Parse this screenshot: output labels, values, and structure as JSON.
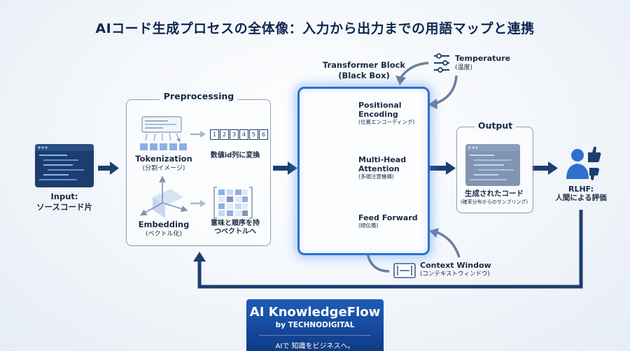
{
  "title": "AIコード生成プロセスの全体像：入力から出力までの用語マップと連携",
  "input": {
    "label": "Input:",
    "sublabel": "ソースコード片"
  },
  "preprocessing": {
    "title": "Preprocessing",
    "tokenization_label": "Tokenization",
    "tokenization_sub": "(分割イメージ)",
    "token_ids": [
      "1",
      "2",
      "3",
      "4",
      "5",
      "6"
    ],
    "token_caption": "数値id列に変換",
    "embedding_label": "Embedding",
    "embedding_sub": "(ベクトル化)",
    "vector_caption_1": "意味と順序を持",
    "vector_caption_2": "つベクトルへ"
  },
  "transformer": {
    "title_1": "Transformer Block",
    "title_2": "(Black Box)",
    "pe_label_1": "Positional",
    "pe_label_2": "Encoding",
    "pe_sub": "(位置エンコーディング)",
    "mha_label_1": "Multi-Head",
    "mha_label_2": "Attention",
    "mha_sub": "(多頭注意機構)",
    "ff_label": "Feed Forward",
    "ff_sub": "(順伝播)"
  },
  "temperature": {
    "label": "Temperature",
    "sub": "(温度)"
  },
  "context_window": {
    "label": "Context Window",
    "sub": "(コンテキストウィンドウ)"
  },
  "output": {
    "title": "Output",
    "label": "生成されたコード",
    "sub": "(確率分布からのサンプリング)"
  },
  "rlhf": {
    "label": "RLHF:",
    "sub": "人間による評価"
  },
  "badge": {
    "name": "AI KnowledgeFlow",
    "by": "by TECHNODIGITAL",
    "tagline": "AIで 知識をビジネスへ。"
  },
  "colors": {
    "navy": "#1c3d6e",
    "blue_accent": "#2f6fd0",
    "panel_border": "#8a9bb3",
    "badge": "#144594"
  }
}
